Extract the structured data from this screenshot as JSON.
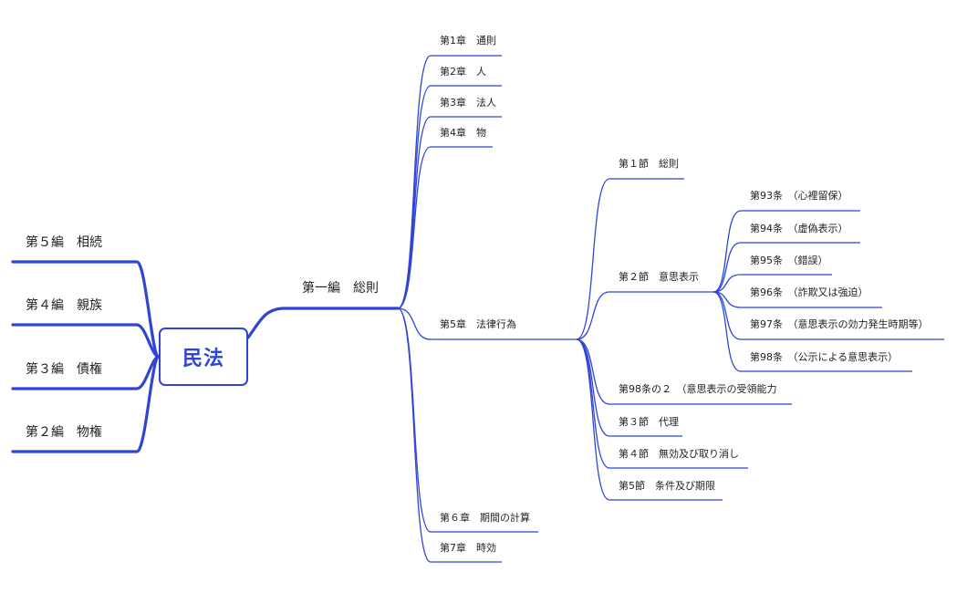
{
  "colors": {
    "line": "#2f45d6",
    "text": "#222222"
  },
  "root": {
    "label": "民法"
  },
  "left_branches": [
    {
      "label": "第５編　相続"
    },
    {
      "label": "第４編　親族"
    },
    {
      "label": "第３編　債権"
    },
    {
      "label": "第２編　物権"
    }
  ],
  "first_book": {
    "label": "第一編　総則",
    "chapters": [
      {
        "label": "第1章　通則"
      },
      {
        "label": "第2章　人"
      },
      {
        "label": "第3章　法人"
      },
      {
        "label": "第4章　物"
      },
      {
        "label": "第5章　法律行為"
      },
      {
        "label": "第６章　期間の計算"
      },
      {
        "label": "第7章　時効"
      }
    ]
  },
  "chapter5_sections": [
    {
      "label": "第１節　総則"
    },
    {
      "label": "第２節　意思表示"
    },
    {
      "label": "第98条の２　（意思表示の受領能力"
    },
    {
      "label": "第３節　代理"
    },
    {
      "label": "第４節　無効及び取り消し"
    },
    {
      "label": "第5節　条件及び期限"
    }
  ],
  "section2_articles": [
    {
      "label": "第93条　（心裡留保）"
    },
    {
      "label": "第94条　（虚偽表示）"
    },
    {
      "label": "第95条　（錯誤）"
    },
    {
      "label": "第96条　（詐欺又は強迫）"
    },
    {
      "label": "第97条　（意思表示の効力発生時期等）"
    },
    {
      "label": "第98条　（公示による意思表示）"
    }
  ]
}
